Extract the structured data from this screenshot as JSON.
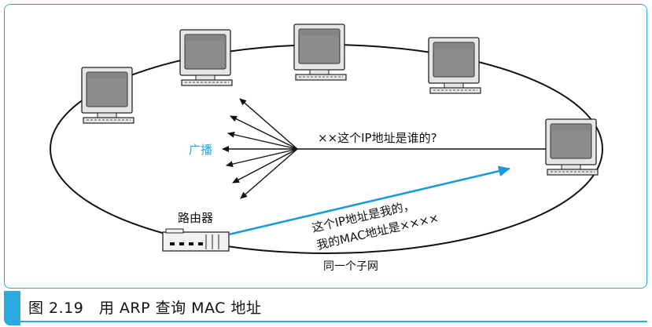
{
  "labels": {
    "broadcast": "广播",
    "router": "路由器",
    "request": "××这个IP地址是谁的?",
    "reply_line1": "这个IP地址是我的，",
    "reply_line2": "我的MAC地址是××××",
    "subnet": "同一个子网"
  },
  "caption": "图 2.19　用 ARP 查询 MAC 地址",
  "colors": {
    "accent": "#29abe2",
    "reply_arrow": "#1a9ad9",
    "broadcast_text": "#29abe2",
    "line": "#111111"
  }
}
